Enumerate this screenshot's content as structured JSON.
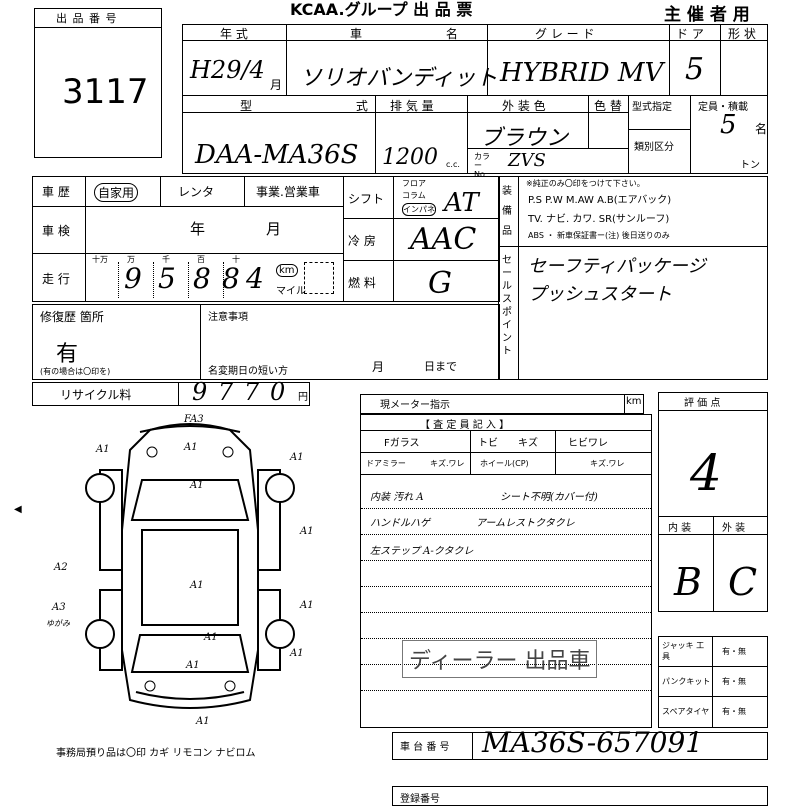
{
  "header": {
    "title": "KCAA.グループ 出 品 票",
    "organizer": "主 催 者 用"
  },
  "lot": {
    "label": "出 品 番 号",
    "number": "3117"
  },
  "vehicle": {
    "year_label": "年 式",
    "name_label": "車 名",
    "grade_label": "グ レ ー ド",
    "door_label": "ド ア",
    "shape_label": "形 状",
    "year_value": "H29/4",
    "month_unit": "月",
    "name_value": "ソリオバンディット",
    "grade_value": "HYBRID MV",
    "door_value": "5",
    "model_label": "型 式",
    "displacement_label": "排 気 量",
    "exterior_label": "外 装 色",
    "color_no_label": "色 替",
    "model_value": "DAA-MA36S",
    "displacement_value": "1200",
    "cc_unit": "c.c.",
    "color_value": "ブラウン",
    "color_no_prefix": "カラー No.",
    "color_no_value": "ZVS",
    "spec_label": "型式指定",
    "category_label": "類別区分",
    "capacity_label": "定員・積載",
    "capacity_value": "5",
    "capacity_unit": "名",
    "ton_unit": "トン"
  },
  "history": {
    "label": "車 歴",
    "options": [
      "自家用",
      "レンタ",
      "事業.営業車"
    ],
    "shaken_label": "車 検",
    "year_unit": "年",
    "month_unit": "月",
    "mileage_label": "走 行",
    "digit_units": [
      "十万",
      "万",
      "千",
      "百",
      "十"
    ],
    "mileage_digits": [
      "9",
      "5",
      "8",
      "8",
      "4"
    ],
    "km_label": "km",
    "mile_label": "マイル"
  },
  "drivetrain": {
    "shift_label": "シフト",
    "shift_options": [
      "フロア",
      "コラム",
      "インパネ"
    ],
    "shift_value": "AT",
    "ac_label": "冷 房",
    "ac_value": "AAC",
    "fuel_label": "燃 料",
    "fuel_value": "G"
  },
  "equipment": {
    "label": "装 備 品",
    "note": "※純正のみ〇印をつけて下さい。",
    "line1": "P.S  P.W  M.AW  A.B(エアバック)",
    "line2": "TV. ナビ. カワ. SR(サンルーフ)",
    "line3": "ABS ・ 新車保証書ー(注) 後日送りのみ"
  },
  "sales": {
    "label": "セールスポイント",
    "line1": "セーフティパッケージ",
    "line2": "プッシュスタート"
  },
  "repair": {
    "label": "修復歴 箇所",
    "value": "有",
    "note": "(有の場合は〇印を)"
  },
  "notes": {
    "label": "注意事項",
    "deadline": "名変期日の短い方",
    "month": "月",
    "day": "日まで"
  },
  "recycle": {
    "label": "リサイクル料",
    "digits": [
      "9",
      "7",
      "7",
      "0"
    ],
    "unit": "円"
  },
  "meter": {
    "label": "現メーター指示",
    "unit": "km"
  },
  "inspector": {
    "title": "【 査 定 員 記 入 】",
    "glass_label": "Fガラス",
    "glass_opts": [
      "トビ",
      "キズ",
      "ヒビワレ"
    ],
    "mirror_label": "ドアミラー",
    "mirror_opts": "キズ.ワレ",
    "wheel_label": "ホイール(CP)",
    "wheel_opts": "キズ.ワレ",
    "comments": [
      "内装 汚れ A",
      "シート不明(カバー付)",
      "ハンドルハゲ",
      "アームレストクタクレ",
      "左ステップ A-クタクレ"
    ],
    "stamp": "ディーラー 出品車"
  },
  "evaluation": {
    "label": "評 価 点",
    "score": "4",
    "interior_label": "内 装",
    "exterior_label": "外 装",
    "interior": "B",
    "exterior": "C"
  },
  "tools": {
    "jack_label": "ジャッキ 工 具",
    "puncture_label": "パンクキット",
    "spare_label": "スペアタイヤ",
    "choice": "有・無"
  },
  "chassis": {
    "label": "車 台 番 号",
    "value": "MA36S-657091",
    "next_label": "登録番号"
  },
  "diagram": {
    "notes": [
      "A1",
      "A1",
      "A1",
      "A1",
      "A1",
      "A1",
      "A1",
      "A1",
      "A1",
      "A1",
      "A1"
    ],
    "front_note": "FA3",
    "left_notes": [
      "A2",
      "A3",
      "ゆがみ"
    ],
    "keys": "事務局預り品は〇印  カギ  リモコン  ナビロム"
  }
}
